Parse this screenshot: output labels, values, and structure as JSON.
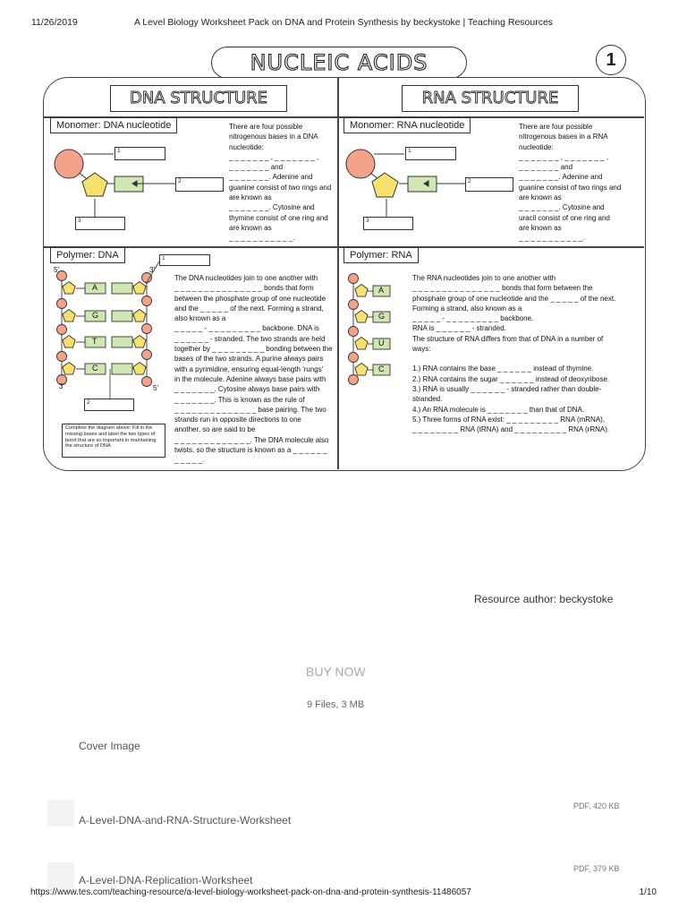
{
  "print_header": {
    "date": "11/26/2019",
    "title": "A Level Biology Worksheet Pack on DNA and Protein Synthesis by beckystoke | Teaching Resources"
  },
  "worksheet": {
    "main_title": "NUCLEIC ACIDS",
    "page_number": "1",
    "dna": {
      "section_title": "DNA STRUCTURE",
      "monomer_label": "Monomer: DNA nucleotide",
      "monomer_text": [
        "There are four possible",
        "nitrogenous bases in a DNA",
        "nucleotide:",
        "_ _ _ _ _ _ _ , _ _ _ _ _ _ _ ,",
        "_ _ _ _ _ _ _ and",
        "_ _ _ _ _ _ _. Adenine and",
        "guanine consist of two rings and",
        "are known as",
        "_ _ _ _ _ _ _. Cytosine and",
        "thymine consist of one ring and",
        "are known as",
        "_ _ _ _ _ _ _ _ _ _ _."
      ],
      "monomer_boxes": [
        "1",
        "2",
        "3"
      ],
      "polymer_label": "Polymer: DNA",
      "polymer_text": [
        "The DNA nucleotides join to one another with",
        "_ _ _ _ _ _ _ _ _ _ _ _ _ _ _ bonds that form",
        "between the phosphate group of one nucleotide",
        "and the _ _ _ _ _ of the next. Forming a strand,",
        "also known as a",
        "_ _ _ _ _ - _ _ _ _ _ _ _ _ _ backbone. DNA is",
        "_ _ _ _ _ _ - stranded. The two strands are held",
        "together by _ _ _ _ _ _ _ _ _ bonding between the",
        "bases of the two strands. A purine always pairs",
        "with a pyrimidine, ensuring equal-length 'rungs'",
        "in the molecule. Adenine always base pairs with",
        "_ _ _ _ _ _ _. Cytosine always base pairs with",
        "_ _ _ _ _ _ _. This is known as the rule of",
        "_ _ _ _ _ _ _ _ _ _ _ _ _ _ base pairing. The two",
        "strands run in opposite directions to one",
        "another, so are said to be",
        "_ _ _ _ _ _ _ _ _ _ _ _ _. The DNA molecule also",
        "twists, so the structure is known as a _ _ _ _ _ _",
        "_ _ _ _ _."
      ],
      "bases": [
        "A",
        "G",
        "T",
        "C"
      ],
      "strand_labels": [
        "5'",
        "3'",
        "3'",
        "5'"
      ],
      "polymer_boxes": [
        "1",
        "2"
      ],
      "instruction": "Complete the diagram above: Fill in the missing bases and label the two types of bond that are so important in maintaining the structure of DNA"
    },
    "rna": {
      "section_title": "RNA STRUCTURE",
      "monomer_label": "Monomer: RNA nucleotide",
      "monomer_text": [
        "There are four possible",
        "nitrogenous bases in a RNA",
        "nucleotide:",
        "_ _ _ _ _ _ _ , _ _ _ _ _ _ _ ,",
        "_ _ _ _ _ _ _ and",
        "_ _ _ _ _ _ _. Adenine and",
        "guanine consist of two rings and",
        "are known as",
        "_ _ _ _ _ _ _. Cytosine and",
        "uracil consist of one ring and",
        "are known as",
        "_ _ _ _ _ _ _ _ _ _ _."
      ],
      "monomer_boxes": [
        "1",
        "2",
        "3"
      ],
      "polymer_label": "Polymer: RNA",
      "polymer_text": [
        "The RNA nucleotides join to one another with",
        "_ _ _ _ _ _ _ _ _ _ _ _ _ _ _ bonds that form between the",
        "phosphate group of one nucleotide and the _ _ _ _ _ of the next.",
        "Forming a strand, also known as a",
        "_ _ _ _ _ - _ _ _ _ _ _ _ _ _ backbone.",
        "RNA is _ _ _ _ _ _ - stranded.",
        "The structure of RNA differs from that of DNA in a number of",
        "ways:",
        "",
        "1.) RNA contains the base _ _ _ _ _ _ instead of thymine.",
        "2.) RNA contains the sugar _ _ _ _ _ _ instead of deoxyribose.",
        "3.) RNA is usually _ _ _ _ _ _ - stranded rather than double-",
        "stranded.",
        "4.) An RNA molecule is _ _ _ _ _ _ _ than that of DNA.",
        "5.) Three forms of RNA exist: _ _ _ _ _ _ _ _ _ RNA (mRNA),",
        "_ _ _ _ _ _ _ _ RNA (tRNA) and _ _ _ _ _ _ _ _ _ RNA (rRNA)."
      ],
      "bases": [
        "A",
        "G",
        "U",
        "C"
      ]
    }
  },
  "resource": {
    "author_label": "Resource author:",
    "author": "beckystoke",
    "buy_label": "BUY NOW",
    "files_summary": "9 Files, 3 MB",
    "cover_label": "Cover Image",
    "files": [
      {
        "name": "A-Level-DNA-and-RNA-Structure-Worksheet",
        "meta": "PDF, 420 KB"
      },
      {
        "name": "A-Level-DNA-Replication-Worksheet",
        "meta": "PDF, 379 KB"
      }
    ]
  },
  "print_footer": {
    "url": "https://www.tes.com/teaching-resource/a-level-biology-worksheet-pack-on-dna-and-protein-synthesis-11486057",
    "page": "1/10"
  },
  "colors": {
    "phosphate": "#f4a28a",
    "sugar": "#f6e16b",
    "base": "#cfe7b1",
    "outline": "#333333"
  }
}
